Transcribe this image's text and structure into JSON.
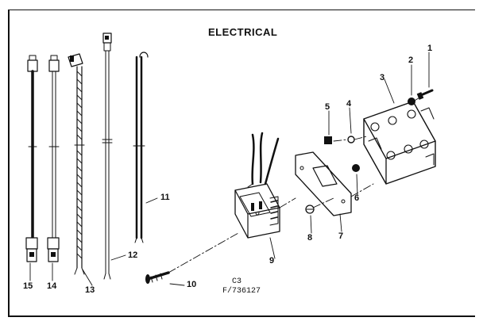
{
  "title": "ELECTRICAL",
  "diagram_code": "C3",
  "diagram_ref": "F/736127",
  "callouts": {
    "c1": "1",
    "c2": "2",
    "c3": "3",
    "c4": "4",
    "c5": "5",
    "c6": "6",
    "c7": "7",
    "c8": "8",
    "c9": "9",
    "c10": "10",
    "c11": "11",
    "c12": "12",
    "c13": "13",
    "c14": "14",
    "c15": "15"
  },
  "line_color": "#111111"
}
